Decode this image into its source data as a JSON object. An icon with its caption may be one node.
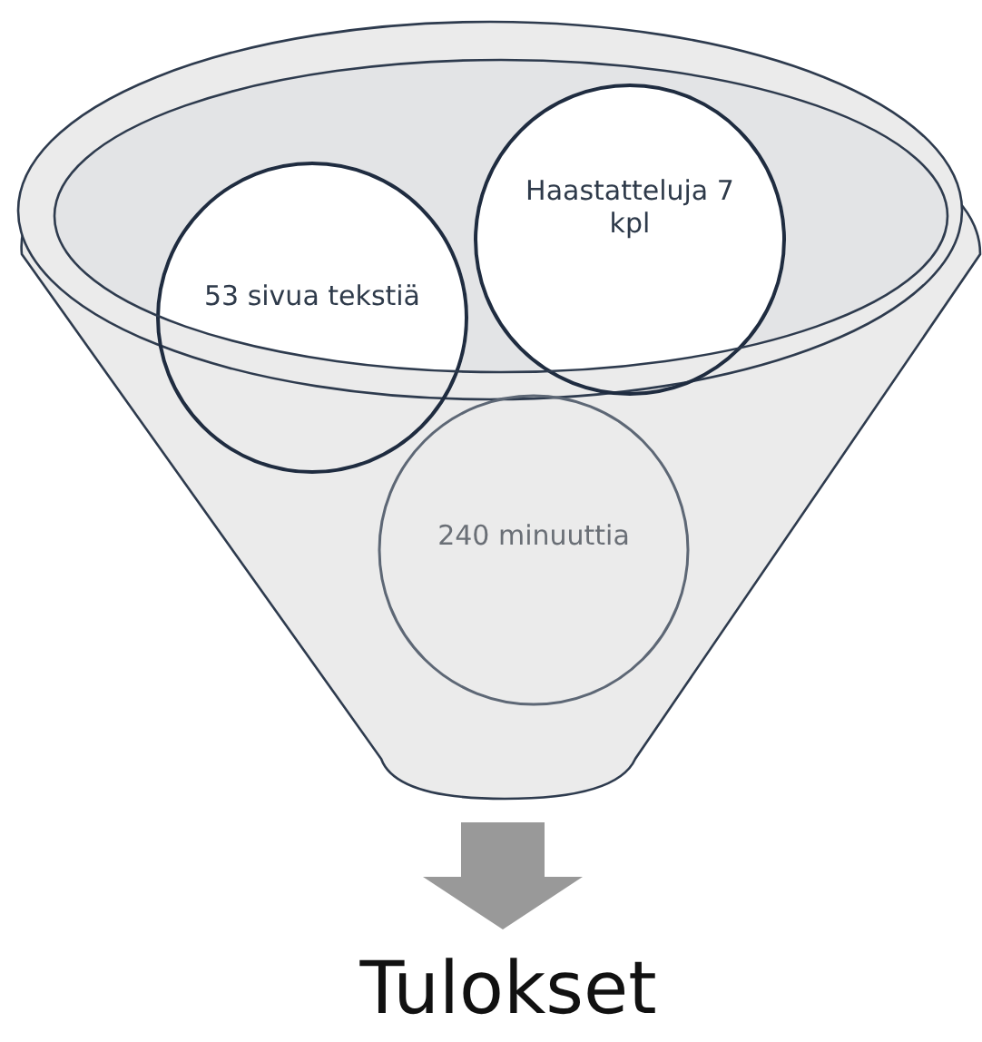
{
  "diagram": {
    "nodes": [
      {
        "text": [],
        "shape": "funnel"
      },
      {
        "text": [
          "53 sivua tekstiä"
        ],
        "in": 0
      },
      {
        "text": [
          "Haastatteluja 7 kpl"
        ],
        "in": 0
      },
      {
        "text": [
          "240 minuuttia"
        ],
        "in": 0
      },
      {
        "text": [
          "Tulokset"
        ]
      }
    ],
    "edges": [
      {
        "from": 0,
        "to": 4,
        "arrow": "to",
        "style": "thick",
        "color": "#999999"
      }
    ]
  }
}
